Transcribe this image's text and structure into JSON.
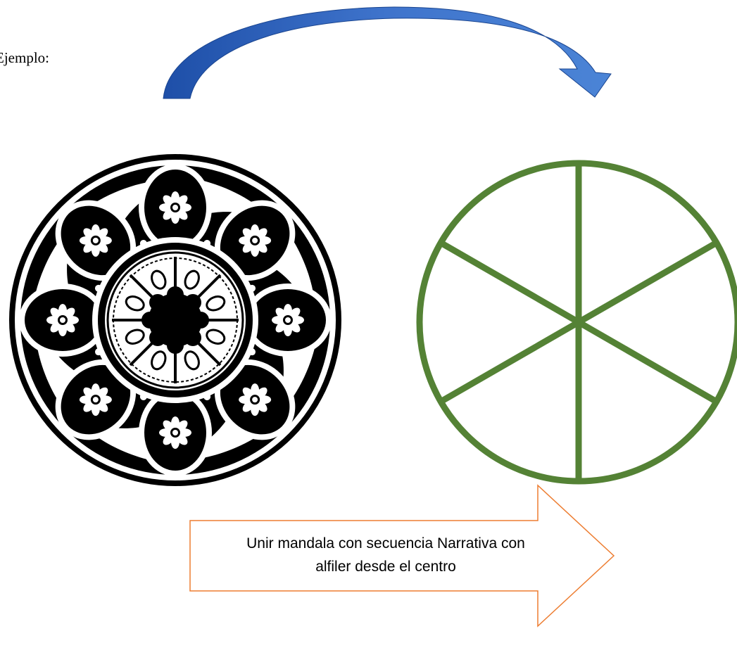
{
  "example_label": "Ejemplo:",
  "arrow_text_line1": "Unir mandala con secuencia Narrativa con",
  "arrow_text_line2": "alfiler desde el centro",
  "colors": {
    "curved_arrow": "#3f6fc4",
    "curved_arrow_dark": "#1e4fa8",
    "wheel": "#548235",
    "block_arrow_outline": "#ed7d31",
    "mandala": "#000000"
  },
  "icons": {
    "mandala": "mandala-icon",
    "wheel": "six-segment-wheel-icon",
    "curved_arrow": "curved-arrow-icon",
    "block_arrow": "right-block-arrow-icon"
  }
}
